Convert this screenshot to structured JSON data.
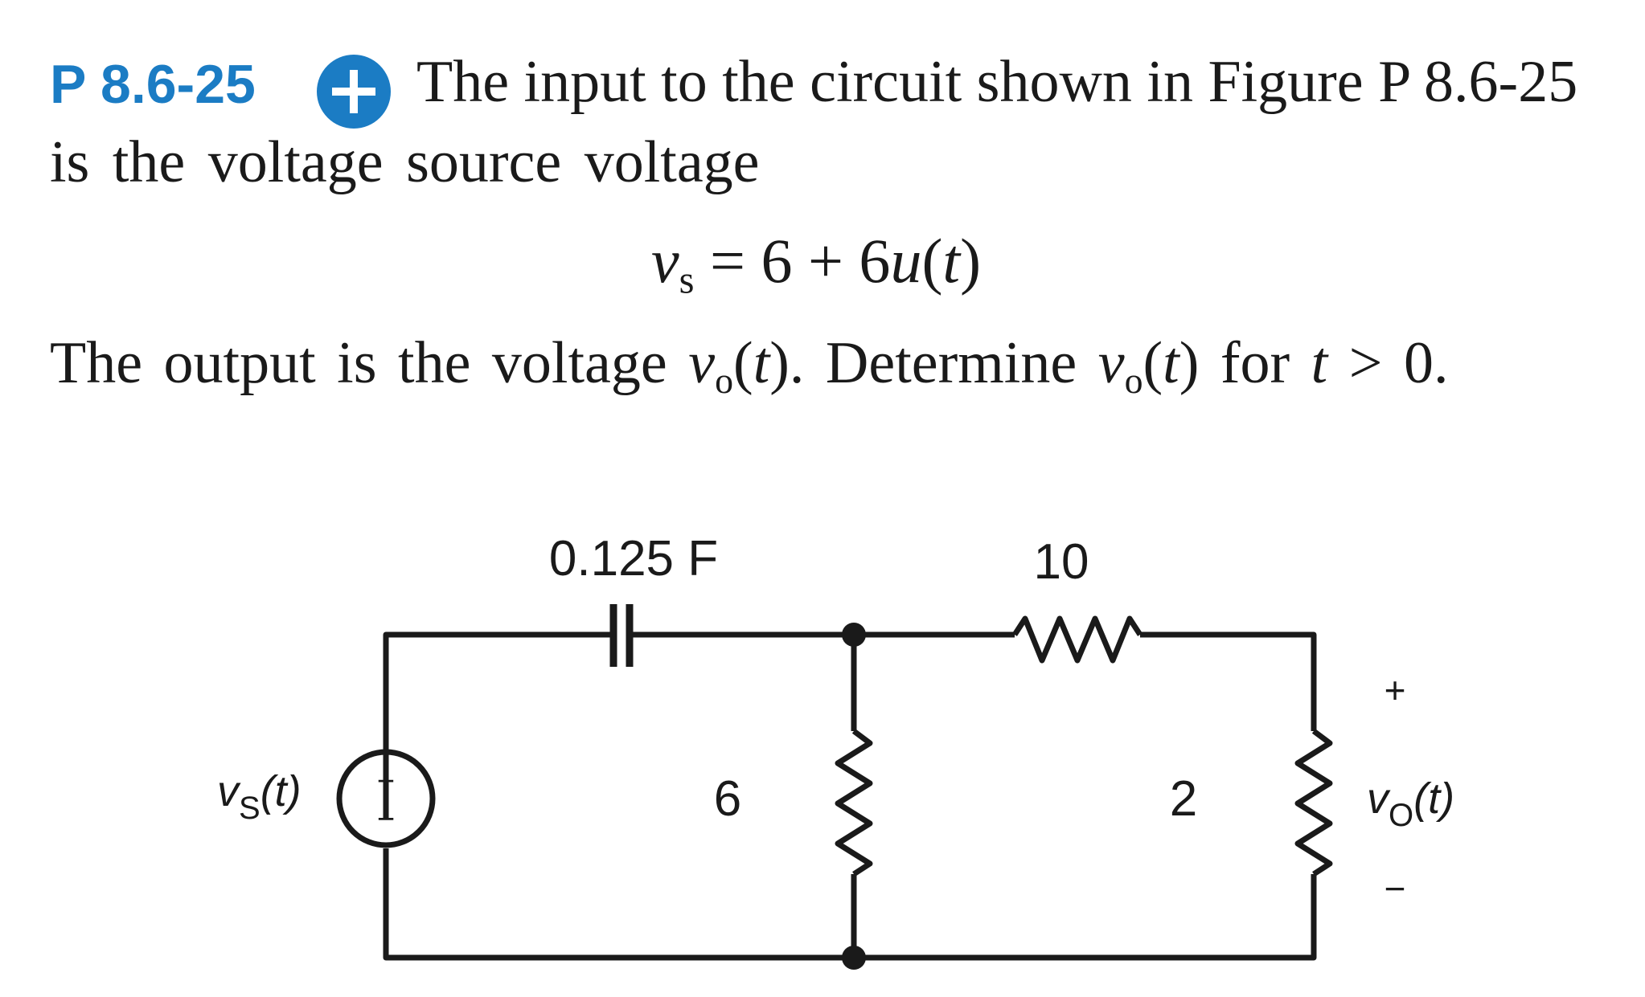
{
  "problem": {
    "number": "P 8.6-25",
    "text_line1": "The input to the circuit shown in Figure P 8.6-25",
    "text_line2": "is the voltage source voltage",
    "equation": {
      "lhs_symbol": "v",
      "lhs_subscript": "s",
      "rhs": "= 6 + 6",
      "u": "u",
      "t": "t"
    },
    "line3": {
      "part1": "The output is the voltage ",
      "v": "v",
      "sub": "o",
      "t": "t",
      "part2": "). Determine ",
      "part3": ") for ",
      "part4": " > 0."
    },
    "accent_color": "#1b7cc4"
  },
  "circuit": {
    "capacitor_label": "0.125 F",
    "resistor_series_label": "10",
    "resistor_shunt_label": "6",
    "resistor_load_label": "2",
    "source_label": "v",
    "source_label_sub": "S",
    "source_label_arg": "(t)",
    "source_plus": "+",
    "source_minus": "−",
    "output_label": "v",
    "output_label_sub": "O",
    "output_label_arg": "(t)",
    "output_plus": "+",
    "output_minus": "−"
  }
}
